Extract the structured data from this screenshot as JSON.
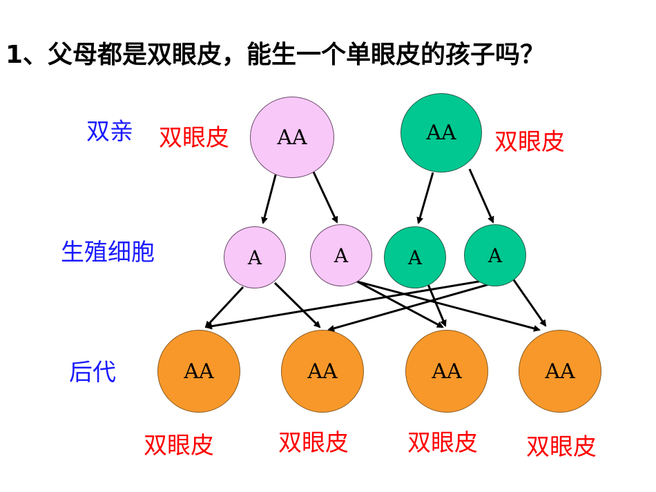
{
  "question": "1、父母都是双眼皮，能生一个单眼皮的孩子吗？",
  "labels": {
    "parents": "双亲",
    "gametes": "生殖细胞",
    "offspring": "后代"
  },
  "parents": [
    {
      "genotype": "AA",
      "trait": "双眼皮",
      "color": "#f8c8f8"
    },
    {
      "genotype": "AA",
      "trait": "双眼皮",
      "color": "#00c890"
    }
  ],
  "gametes": [
    {
      "allele": "A",
      "color": "#f8c8f8"
    },
    {
      "allele": "A",
      "color": "#f8c8f8"
    },
    {
      "allele": "A",
      "color": "#00c890"
    },
    {
      "allele": "A",
      "color": "#00c890"
    }
  ],
  "offspring": [
    {
      "genotype": "AA",
      "trait": "双眼皮",
      "color": "#f8982a"
    },
    {
      "genotype": "AA",
      "trait": "双眼皮",
      "color": "#f8982a"
    },
    {
      "genotype": "AA",
      "trait": "双眼皮",
      "color": "#f8982a"
    },
    {
      "genotype": "AA",
      "trait": "双眼皮",
      "color": "#f8982a"
    }
  ]
}
